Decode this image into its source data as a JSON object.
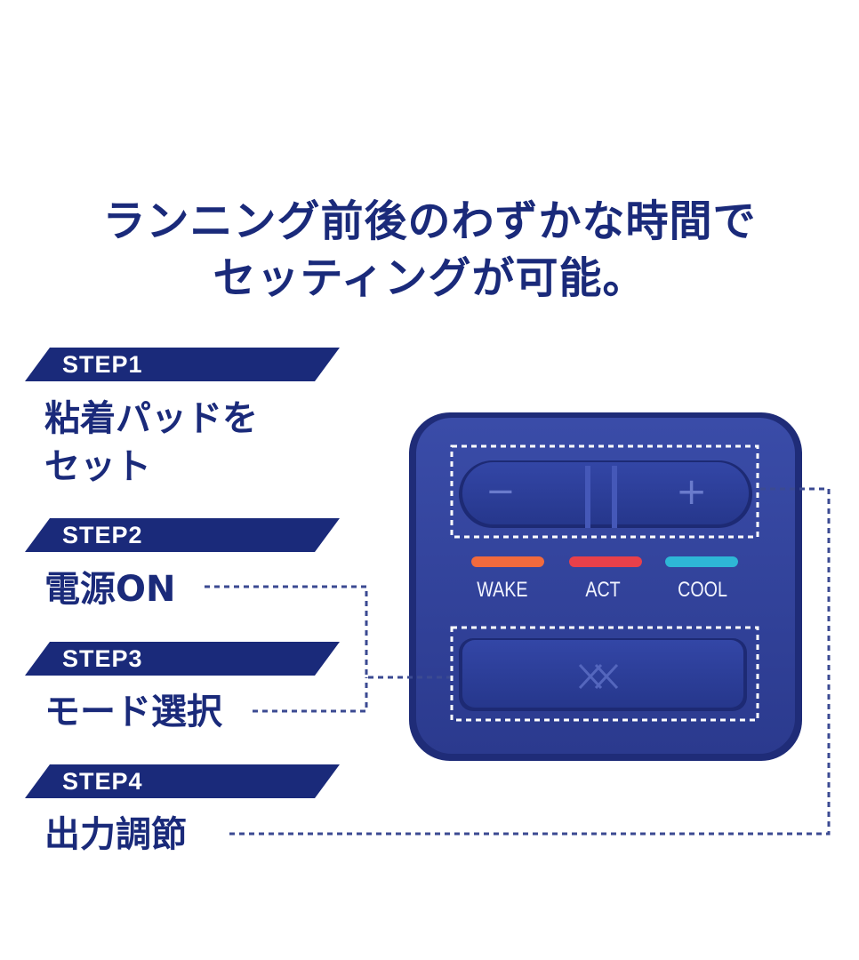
{
  "headline": {
    "line1": "ランニング前後のわずかな時間で",
    "line2": "セッティングが可能。"
  },
  "steps": [
    {
      "label": "STEP1",
      "text_lines": [
        "粘着パッドを",
        "セット"
      ]
    },
    {
      "label": "STEP2",
      "text_lines": [
        "電源ON"
      ]
    },
    {
      "label": "STEP3",
      "text_lines": [
        "モード選択"
      ]
    },
    {
      "label": "STEP4",
      "text_lines": [
        "出力調節"
      ]
    }
  ],
  "device": {
    "minus_symbol": "−",
    "plus_symbol": "+",
    "modes": [
      {
        "label": "WAKE",
        "color": "#f26a3d"
      },
      {
        "label": "ACT",
        "color": "#e8404a"
      },
      {
        "label": "COOL",
        "color": "#2eb7d6"
      }
    ],
    "body_color": "#2f3f9a",
    "icons": [
      "minus-icon",
      "plus-icon",
      "logo-icon"
    ]
  },
  "colors": {
    "accent": "#1a2a7a"
  }
}
